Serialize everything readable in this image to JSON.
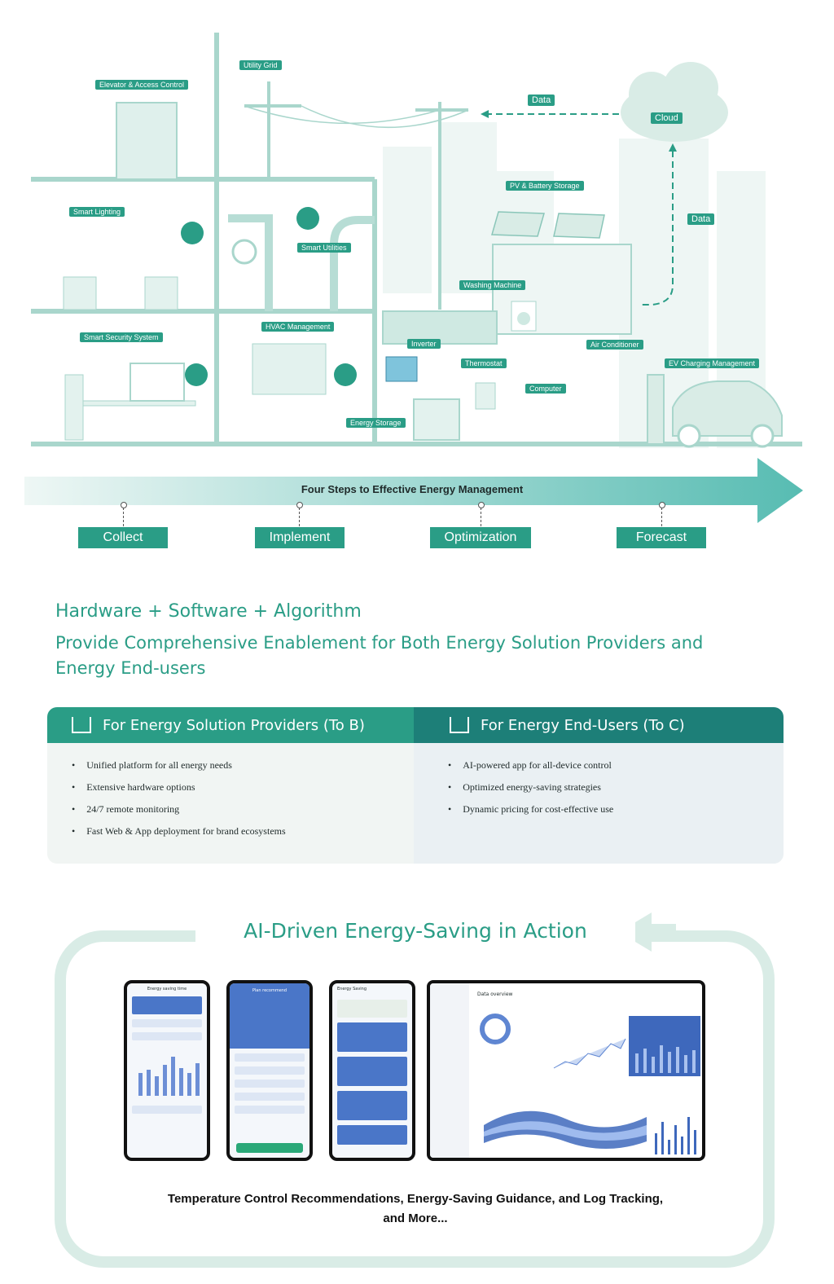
{
  "scene": {
    "labels": {
      "utility_grid": "Utility Grid",
      "elevator": "Elevator & Access Control",
      "data_top": "Data",
      "cloud": "Cloud",
      "data_right": "Data",
      "smart_lighting": "Smart Lighting",
      "smart_utilities": "Smart Utilities",
      "pv_battery": "PV & Battery Storage",
      "washing_machine": "Washing Machine",
      "smart_security": "Smart Security System",
      "hvac": "HVAC Management",
      "inverter": "Inverter",
      "thermostat": "Thermostat",
      "air_conditioner": "Air Conditioner",
      "ev_charging": "EV Charging Management",
      "computer": "Computer",
      "energy_storage": "Energy Storage"
    }
  },
  "steps": {
    "title": "Four Steps to Effective Energy Management",
    "items": [
      "Collect",
      "Implement",
      "Optimization",
      "Forecast"
    ]
  },
  "headline": {
    "line1": "Hardware + Software + Algorithm",
    "line2": "Provide Comprehensive Enablement for Both Energy Solution Providers and Energy End-users"
  },
  "columns": {
    "b": {
      "title": "For Energy Solution Providers (To B)",
      "items": [
        "Unified platform for all energy needs",
        "Extensive hardware options",
        "24/7 remote monitoring",
        "Fast Web & App deployment for brand ecosystems"
      ]
    },
    "c": {
      "title": "For Energy End-Users (To C)",
      "items": [
        "AI-powered app for all-device control",
        "Optimized energy-saving strategies",
        "Dynamic pricing for cost-effective use"
      ]
    }
  },
  "ai_section": {
    "title": "AI-Driven Energy-Saving in Action",
    "caption": "Temperature Control Recommendations, Energy-Saving Guidance, and Log Tracking, and More...",
    "screens": {
      "phone1_title": "Energy saving time",
      "phone2_title": "Plan recommend",
      "phone3_title": "Energy Saving",
      "desktop_title": "Data overview"
    }
  },
  "colors": {
    "accent": "#2a9d86",
    "accent_dark": "#1d7f78",
    "light_teal": "#d9ece6",
    "line": "#a9d6cc"
  }
}
